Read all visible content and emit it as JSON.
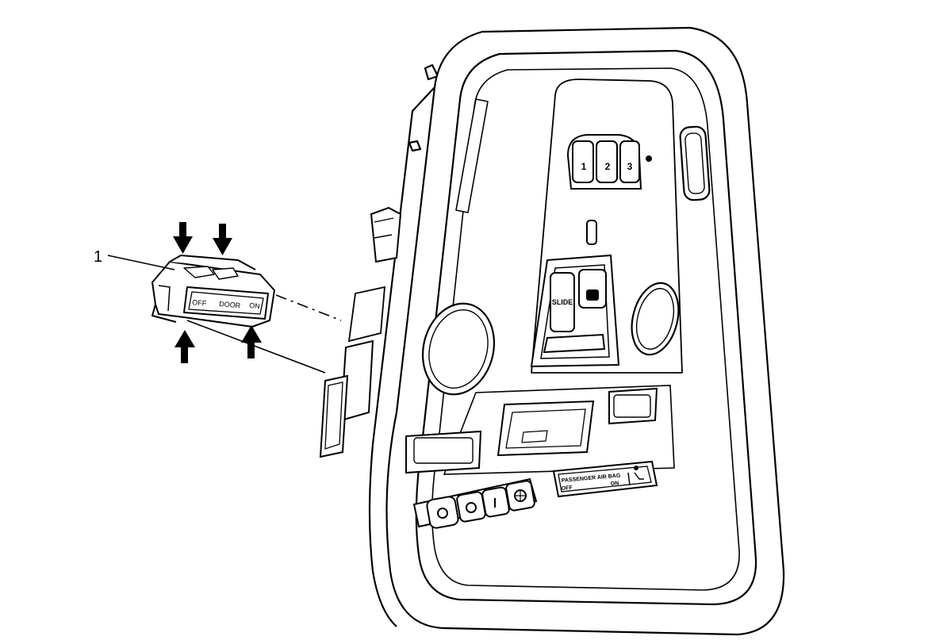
{
  "callout": {
    "number": "1"
  },
  "switch_labels": {
    "off": "OFF",
    "door": "DOOR",
    "on": "ON"
  },
  "memory_buttons": [
    "1",
    "2",
    "3"
  ],
  "sunroof": {
    "slide": "SLIDE"
  },
  "airbag": {
    "title": "PASSENGER AIR BAG",
    "off": "OFF",
    "on": "ON"
  },
  "colors": {
    "line": "#000000",
    "background": "#ffffff"
  }
}
